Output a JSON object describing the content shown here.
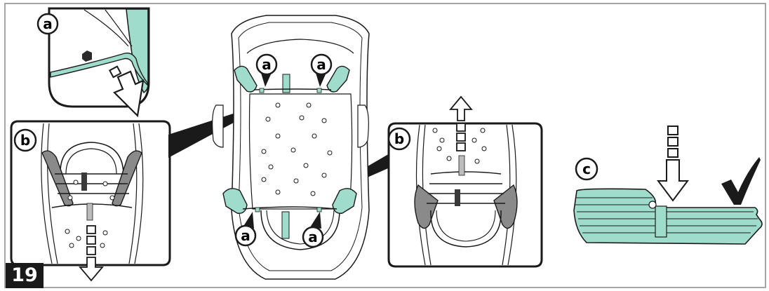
{
  "step_number": "19",
  "labels": {
    "a": "a",
    "b": "b",
    "c": "c"
  },
  "colors": {
    "accent": "#9fdccb",
    "outline": "#1a1a1a",
    "panel_border": "#1a1a1a",
    "frame_border": "#888888",
    "strap_gray": "#bdbdbd",
    "seat_pad_gray": "#8a8a8a"
  },
  "icons": [
    "checkmark-icon",
    "down-arrow-icon",
    "up-arrow-icon",
    "pointer-icon"
  ]
}
